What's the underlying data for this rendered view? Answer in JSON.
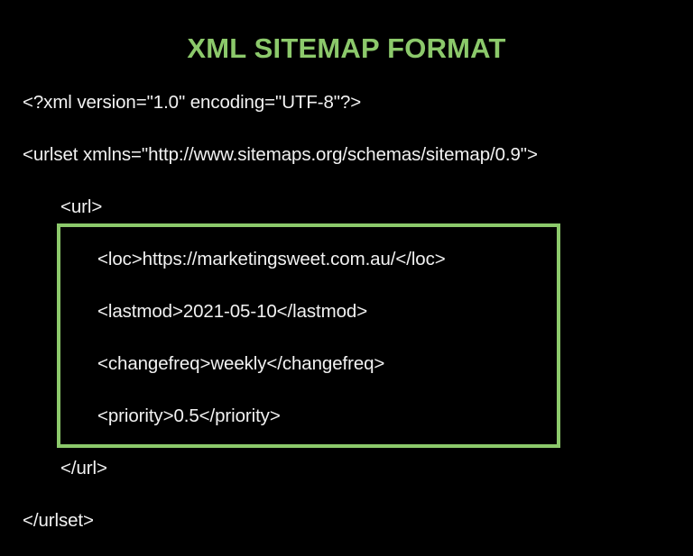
{
  "title": {
    "text": "XML SITEMAP FORMAT",
    "color": "#8cc96b"
  },
  "code_lines": [
    {
      "text": "<?xml version=\"1.0\" encoding=\"UTF-8\"?>",
      "indent": 0
    },
    {
      "text": "<urlset xmlns=\"http://www.sitemaps.org/schemas/sitemap/0.9\">",
      "indent": 0
    },
    {
      "text": "<url>",
      "indent": 1
    },
    {
      "text": "<loc>https://marketingsweet.com.au/</loc>",
      "indent": 2
    },
    {
      "text": "<lastmod>2021-05-10</lastmod>",
      "indent": 2
    },
    {
      "text": "<changefreq>weekly</changefreq>",
      "indent": 2
    },
    {
      "text": "<priority>0.5</priority>",
      "indent": 2
    },
    {
      "text": "</url>",
      "indent": 1
    },
    {
      "text": "</urlset>",
      "indent": 0
    }
  ],
  "highlight_box": {
    "border_color": "#8cc96b",
    "encloses_lines": [
      3,
      4,
      5,
      6
    ]
  },
  "colors": {
    "background": "#000000",
    "text": "#f2f2f2",
    "accent": "#8cc96b"
  }
}
